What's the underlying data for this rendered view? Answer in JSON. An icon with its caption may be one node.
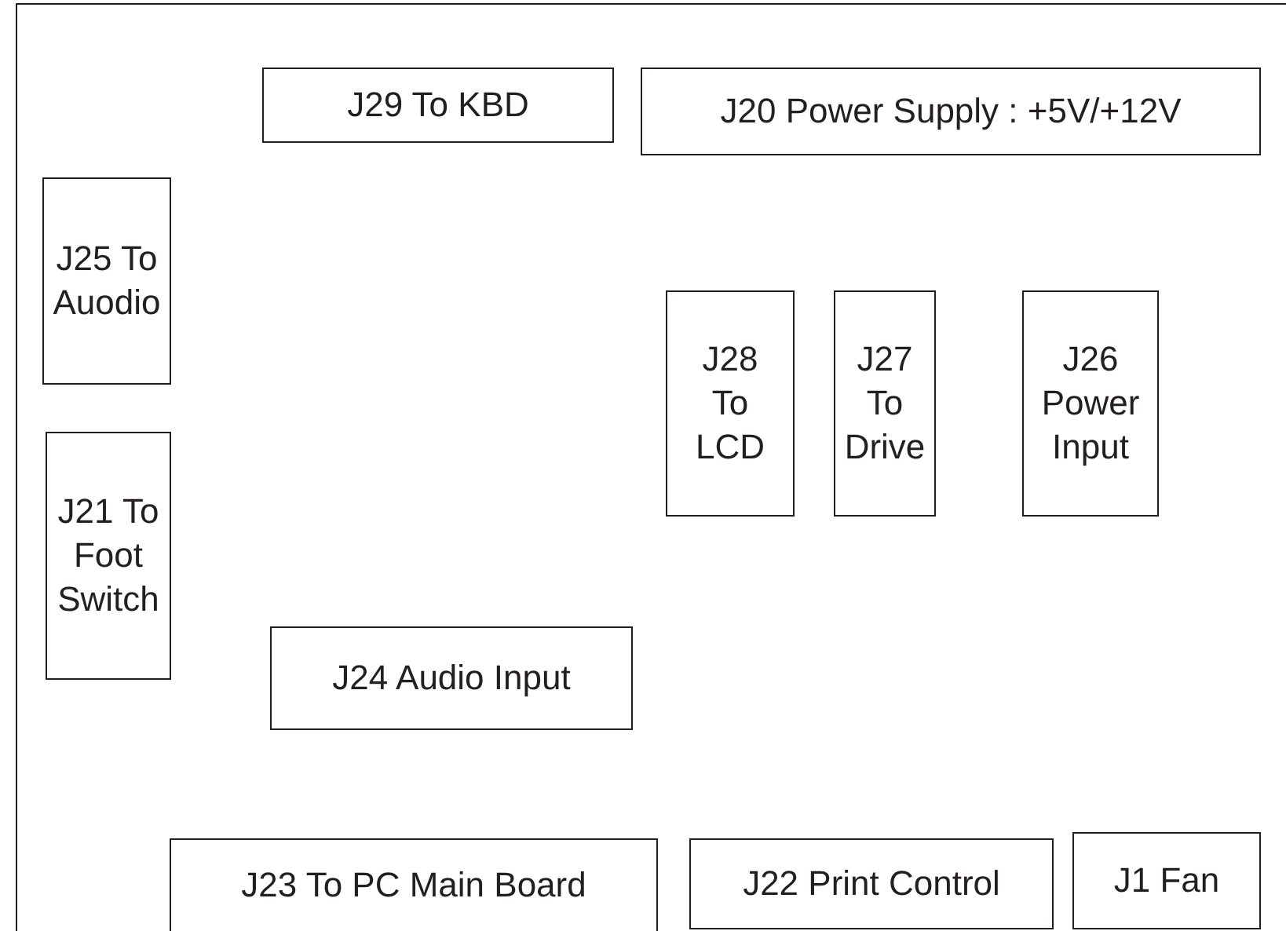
{
  "diagram": {
    "nodes": [
      {
        "text": [],
        "shape": "box"
      },
      {
        "text": [
          "J29 To KBD"
        ],
        "in": 0
      },
      {
        "text": [
          "J20 Power Supply : +5V/+12V"
        ],
        "in": 0
      },
      {
        "text": [
          "J25 To Auodio"
        ],
        "in": 0
      },
      {
        "text": [
          "J28 To LCD"
        ],
        "in": 0
      },
      {
        "text": [
          "J27 To Drive"
        ],
        "in": 0
      },
      {
        "text": [
          "J26 Power Input"
        ],
        "in": 0
      },
      {
        "text": [
          "J21 To Foot Switch"
        ],
        "in": 0
      },
      {
        "text": [
          "J24 Audio Input"
        ],
        "in": 0
      },
      {
        "text": [
          "J23 To PC Main Board"
        ],
        "in": 0
      },
      {
        "text": [
          "J22 Print Control"
        ],
        "in": 0
      },
      {
        "text": [
          "J1 Fan"
        ],
        "in": 0
      }
    ]
  }
}
